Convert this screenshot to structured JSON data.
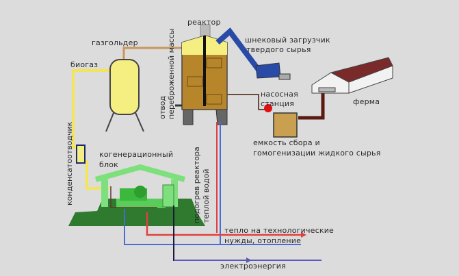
{
  "diagram": {
    "title": "Biogas plant scheme",
    "labels": {
      "reactor": "реактор",
      "gasholder": "газгольдер",
      "biogas": "биогаз",
      "screw_loader_line1": "шнековый загрузчик",
      "screw_loader_line2": "твердого сырья",
      "pump_line1": "насосная",
      "pump_line2": "станция",
      "farm": "ферма",
      "tank_line1": "емкость сбора и",
      "tank_line2": "гомогенизации жидкого сырья",
      "digestate_line1": "отвод",
      "digestate_line2": "перебро­женной массы",
      "condensate": "конденсатоотводчик",
      "chp_line1": "когенерационный",
      "chp_line2": "блок",
      "heating_line1": "подогрев реактора",
      "heating_line2": "теплой водой",
      "heat_line1": "тепло на технологические",
      "heat_line2": "нужды, отопление",
      "electricity": "электроэнергия"
    },
    "colors": {
      "background": "#dcdcdc",
      "biogas_pipe": "#f2e55a",
      "gas_pipe": "#c8965a",
      "substrate": "#b8862a",
      "feeder": "#2a4aa8",
      "farm_roof": "#7a2a2a",
      "manure_pipe": "#5a1a10",
      "chp": "#7de07d",
      "ground": "#2f7a2f",
      "hot_water": "#e04040",
      "cold_water": "#4a6ad8",
      "electric": "#5a5ab8",
      "pump": "#e01010"
    }
  }
}
